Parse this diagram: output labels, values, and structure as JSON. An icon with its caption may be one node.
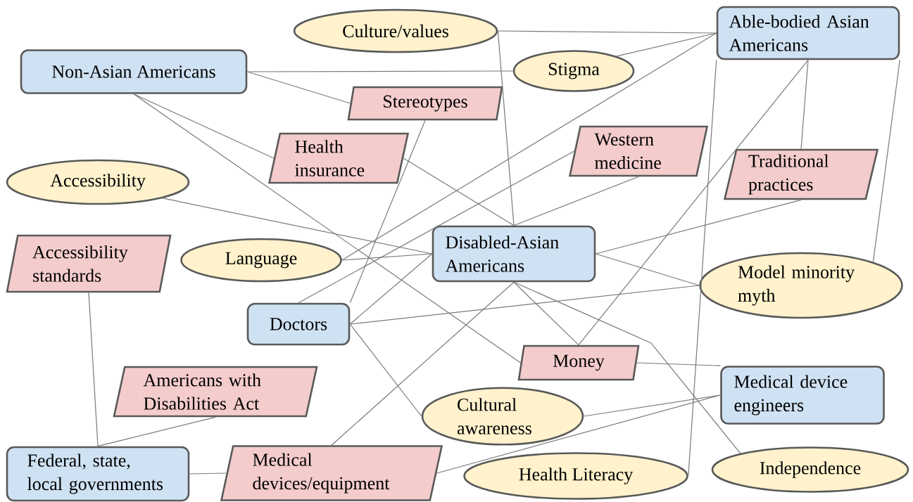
{
  "diagram": {
    "nodes": [
      {
        "text": [
          "Culture/values"
        ]
      },
      {
        "text": [
          "Able-bodied Asian Americans"
        ]
      },
      {
        "text": [
          "Non-Asian Americans"
        ]
      },
      {
        "text": [
          "Stigma"
        ]
      },
      {
        "text": [
          "Stereotypes"
        ]
      },
      {
        "text": [
          "Health insurance"
        ]
      },
      {
        "text": [
          "Western medicine"
        ]
      },
      {
        "text": [
          "Accessibility"
        ]
      },
      {
        "text": [
          "Traditional practices"
        ]
      },
      {
        "text": [
          "Accessibility standards"
        ]
      },
      {
        "text": [
          "Language"
        ]
      },
      {
        "text": [
          "Disabled-Asian Americans"
        ]
      },
      {
        "text": [
          "Model minority myth"
        ]
      },
      {
        "text": [
          "Doctors"
        ]
      },
      {
        "text": [
          "Money"
        ]
      },
      {
        "text": [
          "Americans with Disabilities Act"
        ]
      },
      {
        "text": [
          "Medical device engineers"
        ]
      },
      {
        "text": [
          "Cultural awareness"
        ]
      },
      {
        "text": [
          "Federal, state, local governments"
        ]
      },
      {
        "text": [
          "Medical devices/equipment"
        ]
      },
      {
        "text": [
          "Health Literacy"
        ]
      },
      {
        "text": [
          "Independence"
        ]
      }
    ],
    "edges": [
      {
        "from": 0,
        "to": 1,
        "arrow": "none"
      },
      {
        "from": 0,
        "to": 11,
        "arrow": "none"
      },
      {
        "from": 2,
        "to": 3,
        "arrow": "none"
      },
      {
        "from": 2,
        "to": 4,
        "arrow": "none"
      },
      {
        "from": 2,
        "to": 5,
        "arrow": "none"
      },
      {
        "from": 2,
        "to": 14,
        "arrow": "none"
      },
      {
        "from": 3,
        "to": 1,
        "arrow": "none"
      },
      {
        "from": 1,
        "to": 10,
        "arrow": "none"
      },
      {
        "from": 4,
        "to": 13,
        "arrow": "none"
      },
      {
        "from": 5,
        "to": 11,
        "arrow": "none"
      },
      {
        "from": 6,
        "to": 13,
        "arrow": "none"
      },
      {
        "from": 6,
        "to": 11,
        "arrow": "none"
      },
      {
        "from": 7,
        "to": 11,
        "arrow": "none"
      },
      {
        "from": 1,
        "to": 8,
        "arrow": "none"
      },
      {
        "from": 1,
        "to": 14,
        "arrow": "none"
      },
      {
        "from": 1,
        "to": 20,
        "arrow": "none"
      },
      {
        "from": 1,
        "to": 12,
        "arrow": "none"
      },
      {
        "from": 8,
        "to": 11,
        "arrow": "none"
      },
      {
        "from": 9,
        "to": 18,
        "arrow": "none"
      },
      {
        "from": 10,
        "to": 11,
        "arrow": "none"
      },
      {
        "from": 11,
        "to": 12,
        "arrow": "none"
      },
      {
        "from": 13,
        "to": 12,
        "arrow": "none"
      },
      {
        "from": 13,
        "to": 11,
        "arrow": "none"
      },
      {
        "from": 13,
        "to": 17,
        "arrow": "none"
      },
      {
        "from": 11,
        "to": 14,
        "arrow": "none"
      },
      {
        "from": 11,
        "to": 19,
        "arrow": "none"
      },
      {
        "from": 11,
        "to": 21,
        "arrow": "none"
      },
      {
        "from": 14,
        "to": 16,
        "arrow": "none"
      },
      {
        "from": 17,
        "to": 16,
        "arrow": "none"
      },
      {
        "from": 19,
        "to": 16,
        "arrow": "none"
      },
      {
        "from": 18,
        "to": 19,
        "arrow": "none"
      },
      {
        "from": 18,
        "to": 15,
        "arrow": "none"
      }
    ]
  }
}
